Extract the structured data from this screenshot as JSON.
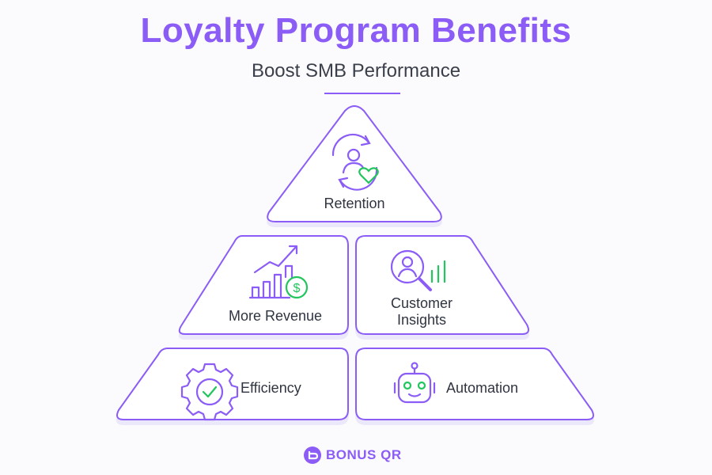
{
  "header": {
    "title": "Loyalty Program Benefits",
    "subtitle": "Boost SMB Performance"
  },
  "tiers": {
    "top": {
      "label": "Retention",
      "icon": "user-heart-cycle-icon"
    },
    "middle_left": {
      "label": "More Revenue",
      "icon": "growth-chart-dollar-icon"
    },
    "middle_right": {
      "label": "Customer\nInsights",
      "icon": "user-magnifier-chart-icon"
    },
    "bottom_left": {
      "label": "Efficiency",
      "icon": "gear-check-icon"
    },
    "bottom_right": {
      "label": "Automation",
      "icon": "robot-icon"
    }
  },
  "footer": {
    "brand": "BONUS QR"
  },
  "colors": {
    "accent": "#8b5cf6",
    "success": "#22c55e",
    "text": "#2f3440"
  }
}
